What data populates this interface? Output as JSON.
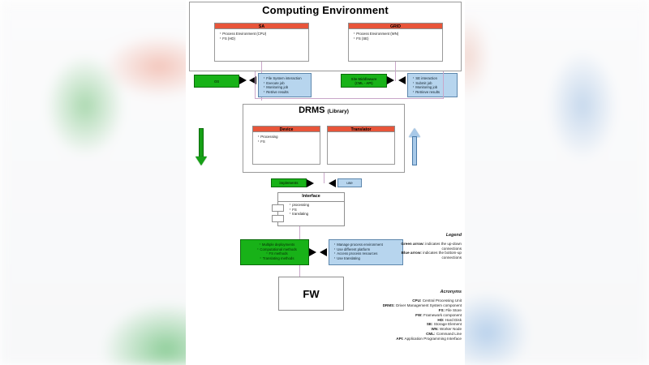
{
  "diagram": {
    "title": "Computing Environment",
    "nodes": {
      "sa": {
        "title": "SA",
        "items": [
          "Process Environment (CPU)",
          "FS (HD)"
        ]
      },
      "grid": {
        "title": "GRID",
        "items": [
          "Process Environment (WN)",
          "FS (SE)"
        ]
      },
      "os": {
        "label": "OS"
      },
      "site_middleware": {
        "label": "Site Middleware",
        "sublabel": "(CML - API)"
      },
      "sa_ops": {
        "items": [
          "File System interaction",
          "Execute job",
          "Monitoring job",
          "Retrive results"
        ]
      },
      "grid_ops": {
        "items": [
          "SE interaction",
          "Submit job",
          "Monitoring job",
          "Retrieve results"
        ]
      },
      "drms": {
        "title": "DRMS",
        "title_suffix": "(Library)",
        "device": {
          "title": "Device",
          "items": [
            "Processing",
            "FS"
          ]
        },
        "translator": {
          "title": "Translator",
          "items": []
        }
      },
      "implements_label": "implements",
      "use_label": "use",
      "interface": {
        "title": "Interface",
        "items": [
          "processing",
          "FS",
          "translating"
        ]
      },
      "impl_detail": {
        "items": [
          "Multiple deployments",
          "Computational methods",
          "FS methods",
          "Translating methods"
        ]
      },
      "use_detail": {
        "items": [
          "Manage process environment",
          "Use different platform",
          "Access process resources",
          "Use translating"
        ]
      },
      "fw": {
        "label": "FW"
      }
    },
    "legend": {
      "heading": "Legend",
      "green_term": "Green arrow:",
      "green_text": "indicates the up-down connections",
      "blue_term": "Blue arrow:",
      "blue_text": "indicates the bottom-up connections"
    },
    "acronyms": {
      "heading": "Acronyms",
      "entries": [
        {
          "key": "CPU:",
          "value": "Central Processing Unit"
        },
        {
          "key": "DRMS:",
          "value": "Driver Management System component"
        },
        {
          "key": "FS:",
          "value": "File Store"
        },
        {
          "key": "FW:",
          "value": "Framework component"
        },
        {
          "key": "HD:",
          "value": "Hard Disk"
        },
        {
          "key": "SE:",
          "value": "Storage Element"
        },
        {
          "key": "WN:",
          "value": "Worker Node"
        },
        {
          "key": "CML:",
          "value": "Command Line"
        },
        {
          "key": "API:",
          "value": "Application Programming Interface"
        }
      ]
    },
    "colors": {
      "header_red": "#e8553a",
      "green": "#18b218",
      "blue": "#b7d5ee",
      "connector": "#c9a7c9"
    }
  }
}
